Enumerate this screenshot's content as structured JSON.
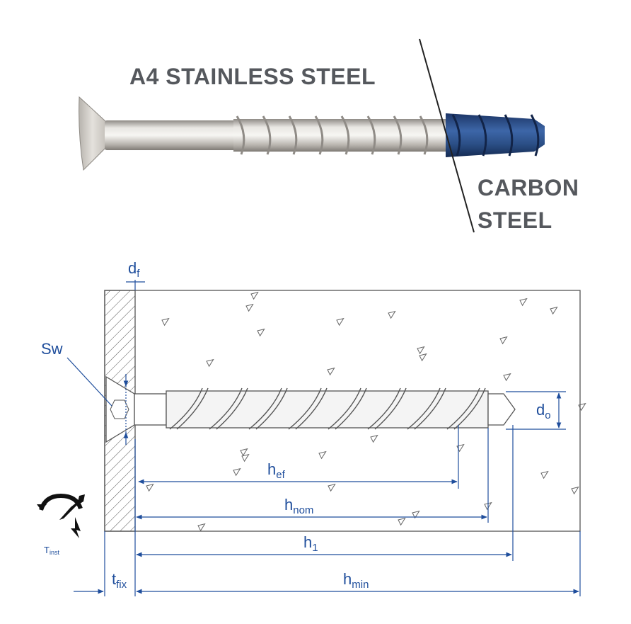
{
  "photo": {
    "label_stainless": "A4 STAINLESS STEEL",
    "label_carbon_line1": "CARBON",
    "label_carbon_line2": "STEEL",
    "stainless_color": "#c9c6c0",
    "carbon_color": "#2b4f86"
  },
  "diagram": {
    "line_color": "#1f4e9c",
    "labels": {
      "df": "d",
      "df_sub": "f",
      "sw": "Sw",
      "d0": "d",
      "d0_sub": "o",
      "hef": "h",
      "hef_sub": "ef",
      "hnom": "h",
      "hnom_sub": "nom",
      "h1": "h",
      "h1_sub": "1",
      "tfix": "t",
      "tfix_sub": "fix",
      "hmin": "h",
      "hmin_sub": "min",
      "tinst": "T",
      "tinst_sub": "inst"
    }
  }
}
